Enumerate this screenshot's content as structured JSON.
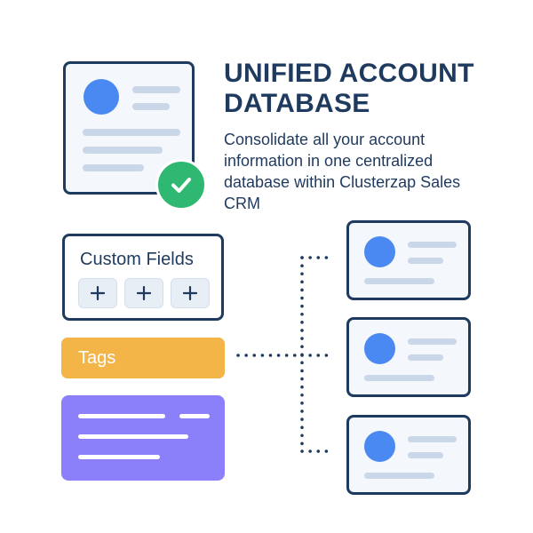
{
  "title": "UNIFIED ACCOUNT DATABASE",
  "description": "Consolidate all your account information in one centralized database within Clusterzap Sales CRM",
  "custom_fields": {
    "label": "Custom Fields",
    "add_buttons": [
      "+",
      "+",
      "+"
    ]
  },
  "tags": {
    "label": "Tags"
  },
  "records": [
    {
      "id": "record-1"
    },
    {
      "id": "record-2"
    },
    {
      "id": "record-3"
    }
  ],
  "icons": {
    "check": "check-icon",
    "plus": "plus-icon",
    "avatar": "user-avatar-icon"
  },
  "colors": {
    "navy": "#1f3a5f",
    "avatar_blue": "#4b89f2",
    "check_green": "#2fb872",
    "tags_orange": "#f4b548",
    "notes_purple": "#8b80f9",
    "placeholder_bar": "#c9d7e8"
  }
}
